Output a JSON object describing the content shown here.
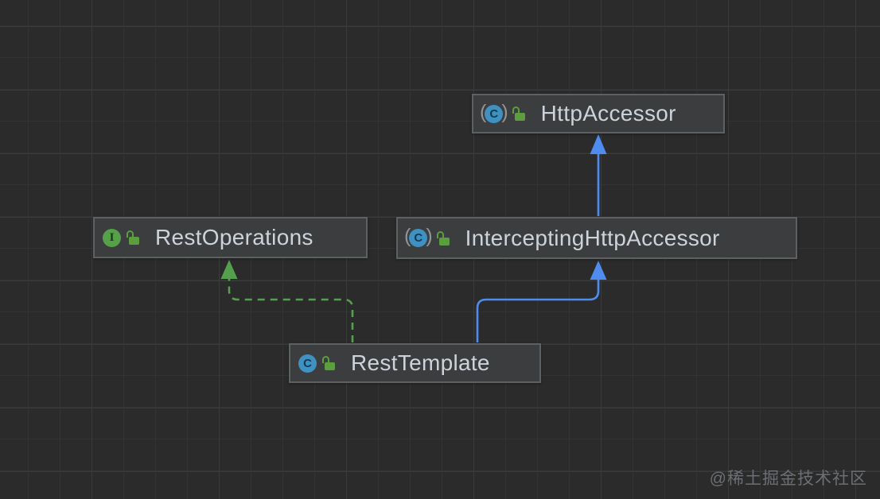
{
  "diagram": {
    "kind": "uml-class-hierarchy",
    "nodes": [
      {
        "name": "HttpAccessor",
        "kind": "abstract class",
        "visibility": "public"
      },
      {
        "name": "RestOperations",
        "kind": "interface",
        "visibility": "public"
      },
      {
        "name": "InterceptingHttpAccessor",
        "kind": "abstract class",
        "visibility": "public"
      },
      {
        "name": "RestTemplate",
        "kind": "class",
        "visibility": "public"
      }
    ],
    "edges": [
      {
        "from": "InterceptingHttpAccessor",
        "to": "HttpAccessor",
        "relation": "extends",
        "line": "solid",
        "color": "#4f8cf0"
      },
      {
        "from": "RestTemplate",
        "to": "InterceptingHttpAccessor",
        "relation": "extends",
        "line": "solid",
        "color": "#4f8cf0"
      },
      {
        "from": "RestTemplate",
        "to": "RestOperations",
        "relation": "implements",
        "line": "dashed",
        "color": "#55a04c"
      }
    ]
  },
  "icons": {
    "class_letter": "C",
    "interface_letter": "I",
    "paren_left": "(",
    "paren_right": ")"
  },
  "colors": {
    "background": "#2b2b2b",
    "grid_minor": "#323333",
    "grid_major": "#3a3b3b",
    "node_fill": "#3b3d3e",
    "node_border": "#5e6162",
    "node_text": "#cdd3da",
    "extends_blue": "#4f8cf0",
    "implements_green": "#55a04c",
    "class_icon_blue": "#3e91c1",
    "interface_icon_green": "#55a049",
    "lock_green": "#5c9e3f",
    "watermark_gray": "#6b6f73"
  },
  "watermark": {
    "text": "@稀土掘金技术社区"
  }
}
